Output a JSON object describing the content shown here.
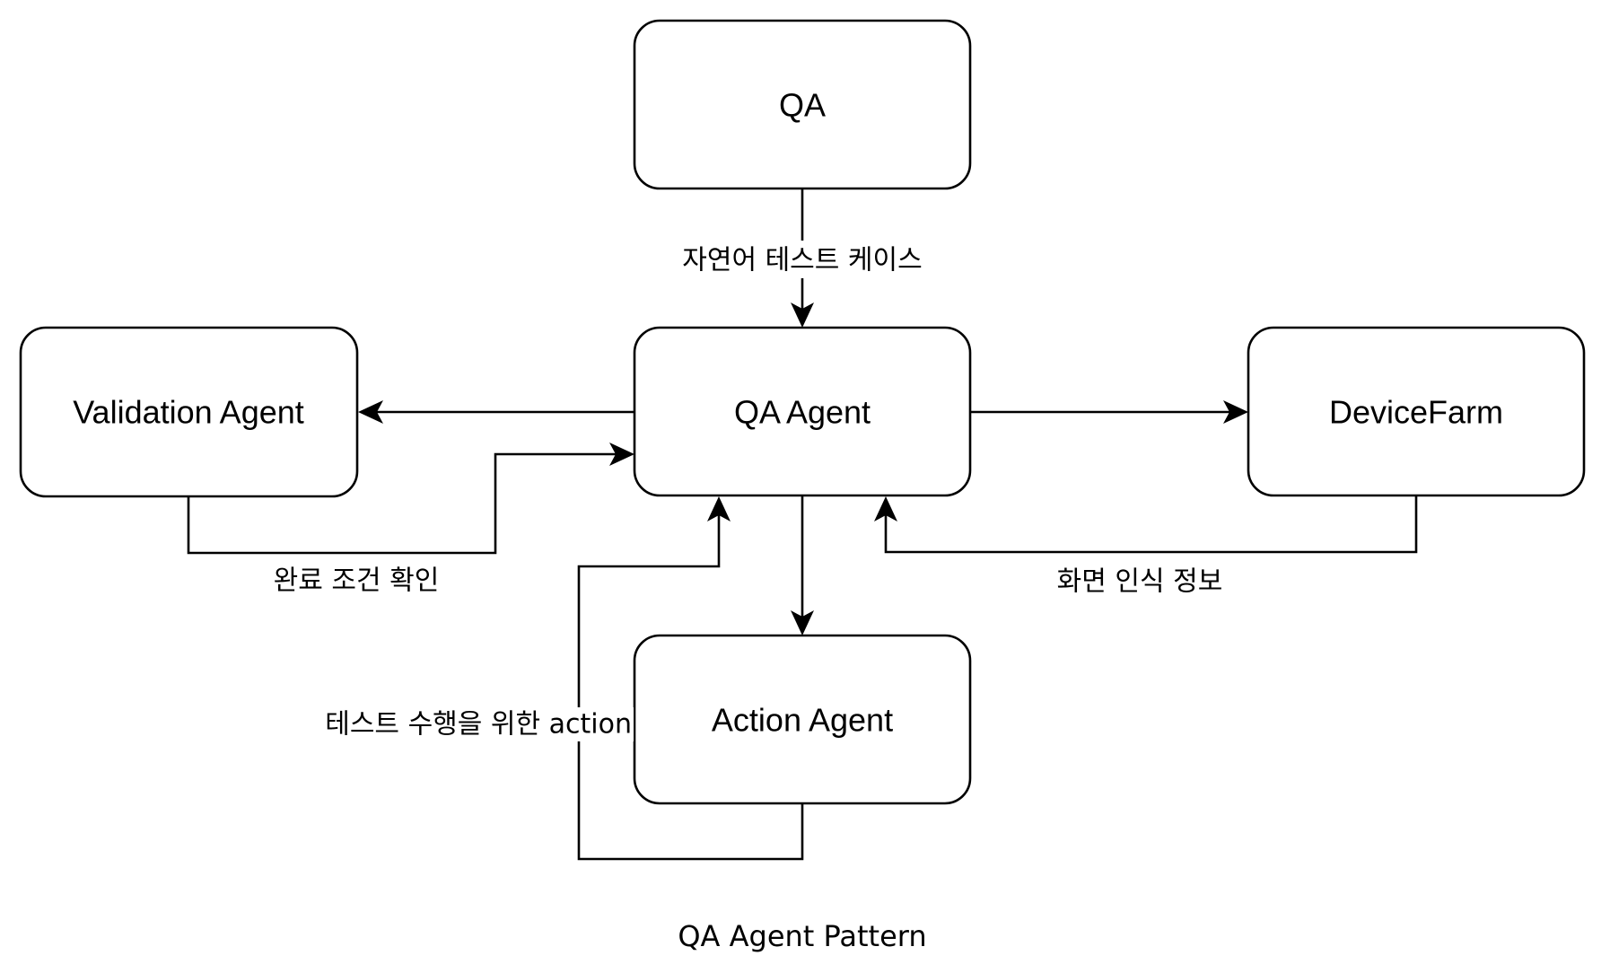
{
  "diagram": {
    "caption": "QA Agent Pattern",
    "nodes": {
      "qa": {
        "label": "QA"
      },
      "qa_agent": {
        "label": "QA Agent"
      },
      "validation_agent": {
        "label": "Validation Agent"
      },
      "device_farm": {
        "label": "DeviceFarm"
      },
      "action_agent": {
        "label": "Action Agent"
      }
    },
    "edges": {
      "qa_to_qa_agent": {
        "from": "QA",
        "to": "QA Agent",
        "label": "자연어 테스트 케이스"
      },
      "qa_agent_to_validation": {
        "from": "QA Agent",
        "to": "Validation Agent",
        "label": ""
      },
      "validation_to_qa_agent": {
        "from": "Validation Agent",
        "to": "QA Agent",
        "label": "완료 조건 확인"
      },
      "qa_agent_to_device_farm": {
        "from": "QA Agent",
        "to": "DeviceFarm",
        "label": ""
      },
      "device_farm_to_qa_agent": {
        "from": "DeviceFarm",
        "to": "QA Agent",
        "label": "화면 인식 정보"
      },
      "qa_agent_to_action": {
        "from": "QA Agent",
        "to": "Action Agent",
        "label": ""
      },
      "action_to_qa_agent": {
        "from": "Action Agent",
        "to": "QA Agent",
        "label": "테스트 수행을 위한 action"
      }
    }
  }
}
